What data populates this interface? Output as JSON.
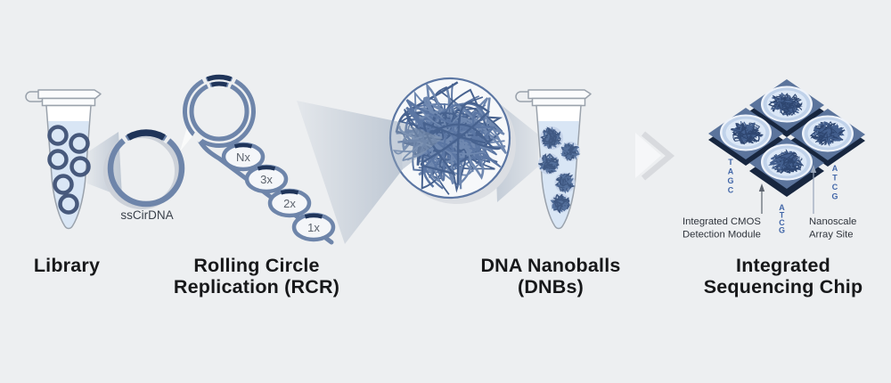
{
  "stages": [
    {
      "caption_line1": "Library",
      "caption_line2": ""
    },
    {
      "caption_line1": "Rolling Circle",
      "caption_line2": "Replication (RCR)"
    },
    {
      "caption_line1": "DNA Nanoballs",
      "caption_line2": "(DNBs)"
    },
    {
      "caption_line1": "Integrated",
      "caption_line2": "Sequencing Chip"
    }
  ],
  "library": {
    "molecule_label": "ssCirDNA"
  },
  "rcr": {
    "cycles": [
      "Nx",
      "3x",
      "2x",
      "1x"
    ]
  },
  "chip": {
    "left_letters": [
      "T",
      "A",
      "G",
      "C"
    ],
    "right_letters": [
      "A",
      "T",
      "C",
      "G"
    ],
    "bottom_letters": [
      "A",
      "T",
      "C",
      "G"
    ],
    "callouts": {
      "cmos_line1": "Integrated CMOS",
      "cmos_line2": "Detection Module",
      "array_line1": "Nanoscale",
      "array_line2": "Array Site"
    }
  },
  "colors": {
    "background": "#edeff1",
    "ring_blue": "#6e85aa",
    "navy": "#1f3459",
    "liquid": "#d9e6f5",
    "tube_outline": "#9aa2ac",
    "tile": "#5b749c",
    "tile_base": "#17263f",
    "letter_blue": "#4166a8",
    "nanoball_stroke": "#5b76a3"
  }
}
